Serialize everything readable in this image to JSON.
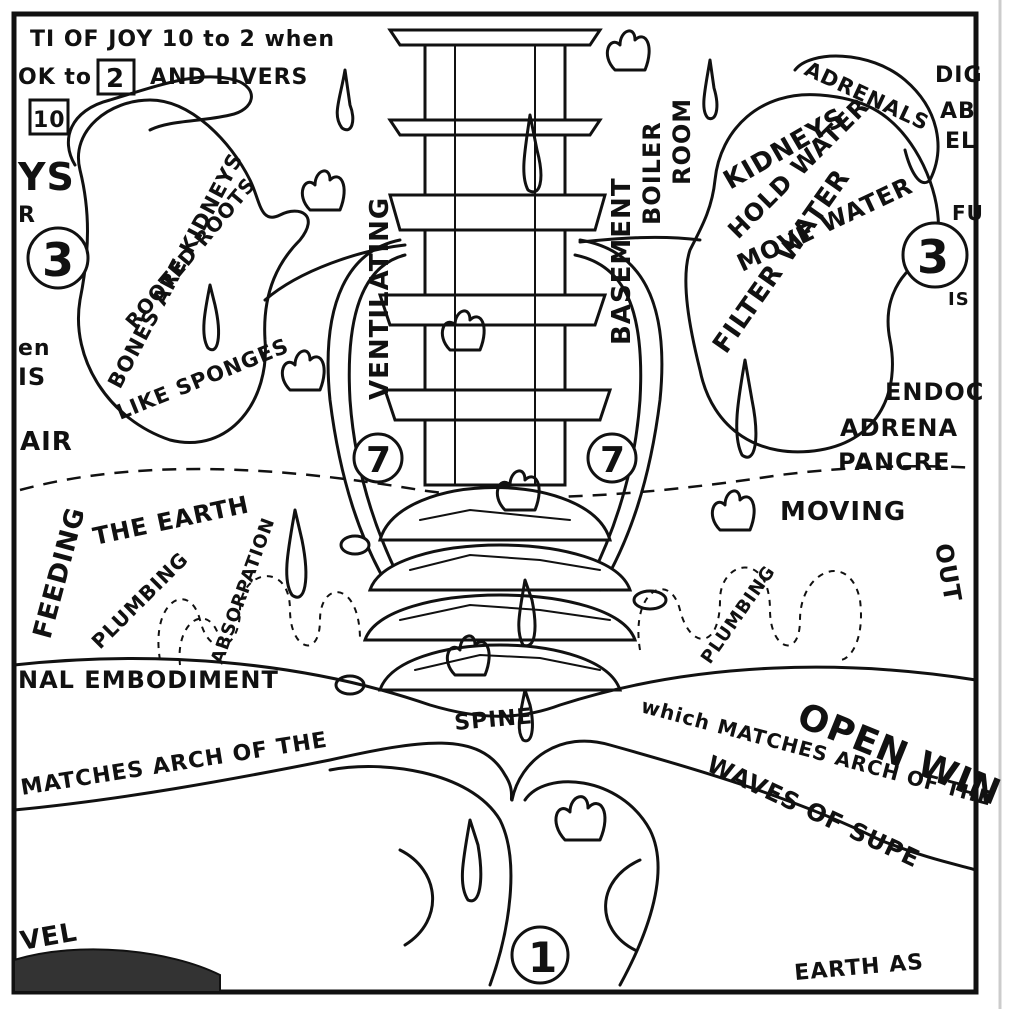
{
  "labels": {
    "top_line_1": "TI OF JOY 10 to 2 when",
    "top_line_2a": "OK to",
    "top_box_2": "2",
    "top_line_2b": "AND LIVERS",
    "box_10": "10",
    "left_ys": "YS",
    "left_r": "R",
    "left_en": "en",
    "left_is": "IS",
    "left_3": "3",
    "right_3": "3",
    "kidneys_left_1": "BONES ARE KIDNEYS",
    "kidneys_left_2": "ROOTED ROOTS",
    "kidneys_left_3": "LIKE SPONGES",
    "air": "AIR",
    "ventilating": "VENTILATING",
    "basement": "BASEMENT",
    "boiler": "BOILER",
    "room": "ROOM",
    "adrenals": "ADRENALS",
    "kidneys_right": "KIDNEYS",
    "hold_water": "HOLD WATER",
    "move_water": "MOVE WATER",
    "filter_water": "FILTER WATER",
    "dig": "DIG",
    "ab": "AB",
    "el": "EL",
    "fu": "FU",
    "is_right": "IS",
    "endoc": "ENDOC",
    "adrena": "ADRENA",
    "pancre": "PANCRE",
    "seven_left": "7",
    "seven_right": "7",
    "feeding": "FEEDING",
    "the_earth": "THE EARTH",
    "plumbing_left": "PLUMBING",
    "absorption": "ABSORPATION",
    "plumbing_right": "PLUMBING",
    "moving": "MOVING",
    "out": "OUT",
    "embodiment": "NAL EMBODIMENT",
    "matches_left": "MATCHES ARCH OF THE",
    "spine": "SPINE",
    "which_matches": "which MATCHES ARCH OF THE",
    "open_win": "OPEN WIN",
    "waves": "WAVES OF SUPE",
    "vel": "VEL",
    "one": "1",
    "earth_as": "EARTH AS"
  }
}
